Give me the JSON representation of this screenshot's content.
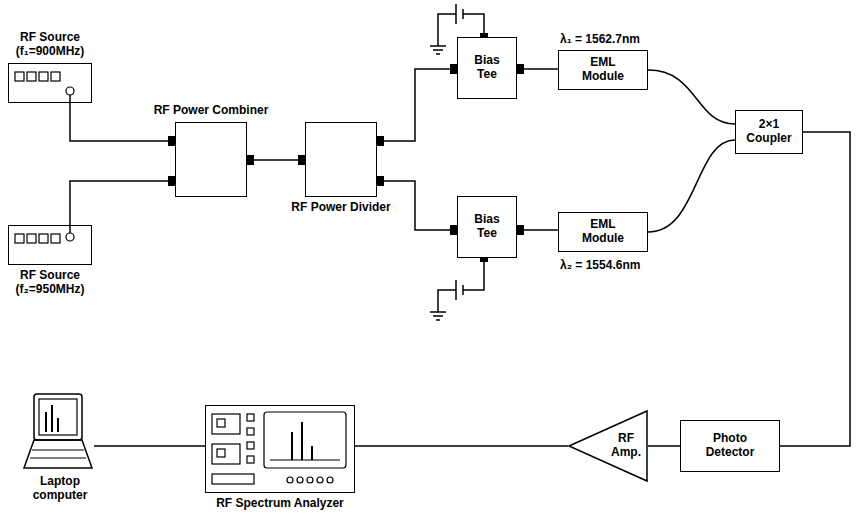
{
  "diagram": {
    "nodes": [
      {
        "text": [
          "RF Source (f₁=900MHz)"
        ]
      },
      {
        "text": [
          "RF Source (f₂=950MHz)"
        ]
      },
      {
        "text": [
          "RF Power Combiner"
        ]
      },
      {
        "text": [
          "RF Power Divider"
        ]
      },
      {
        "text": [
          "Bias Tee"
        ]
      },
      {
        "text": [
          "Bias Tee"
        ]
      },
      {
        "text": [
          "EML Module"
        ]
      },
      {
        "text": [
          "EML Module"
        ]
      },
      {
        "text": [
          "2×1 Coupler"
        ]
      },
      {
        "text": [
          "Photo Detector"
        ]
      },
      {
        "text": [
          "RF Amp."
        ]
      },
      {
        "text": [
          "RF Spectrum Analyzer"
        ]
      },
      {
        "text": [
          "Laptop computer"
        ]
      }
    ],
    "edges": [
      {
        "from": 0,
        "to": 2,
        "arrow": "none"
      },
      {
        "from": 1,
        "to": 2,
        "arrow": "none"
      },
      {
        "from": 2,
        "to": 3,
        "arrow": "none"
      },
      {
        "from": 3,
        "to": 4,
        "arrow": "none"
      },
      {
        "from": 3,
        "to": 5,
        "arrow": "none"
      },
      {
        "from": 4,
        "to": 6,
        "arrow": "none"
      },
      {
        "from": 5,
        "to": 7,
        "arrow": "none"
      },
      {
        "from": 6,
        "to": 8,
        "arrow": "none"
      },
      {
        "from": 7,
        "to": 8,
        "arrow": "none"
      },
      {
        "from": 8,
        "to": 9,
        "arrow": "none"
      },
      {
        "from": 9,
        "to": 10,
        "arrow": "none"
      },
      {
        "from": 10,
        "to": 11,
        "arrow": "none"
      },
      {
        "from": 11,
        "to": 12,
        "arrow": "none"
      }
    ],
    "labels": [
      "λ₁ = 1562.7nm",
      "λ₂ = 1554.6nm"
    ]
  }
}
